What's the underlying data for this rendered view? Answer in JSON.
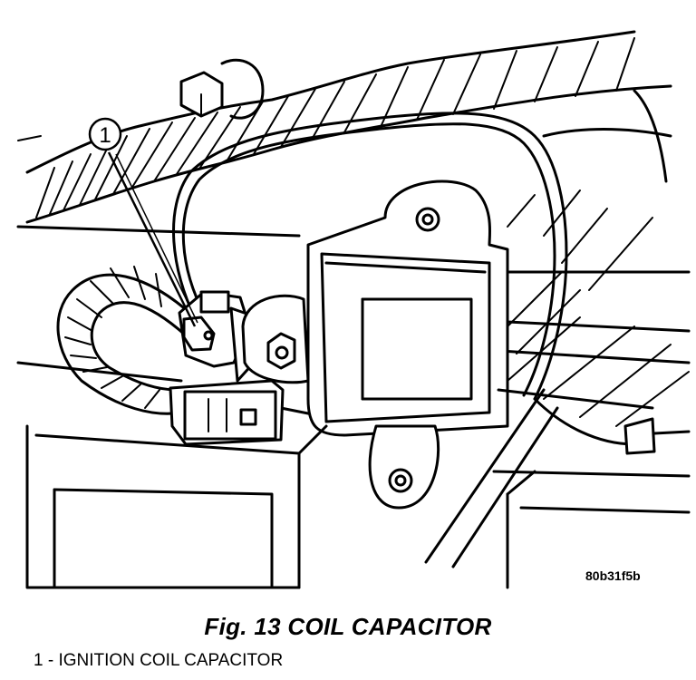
{
  "figure": {
    "callout_number": "1",
    "image_code": "80b31f5b",
    "caption": "Fig. 13 COIL CAPACITOR"
  },
  "legend": {
    "items": [
      "1 - IGNITION COIL CAPACITOR"
    ]
  },
  "colors": {
    "ink": "#000000",
    "paper": "#ffffff"
  }
}
